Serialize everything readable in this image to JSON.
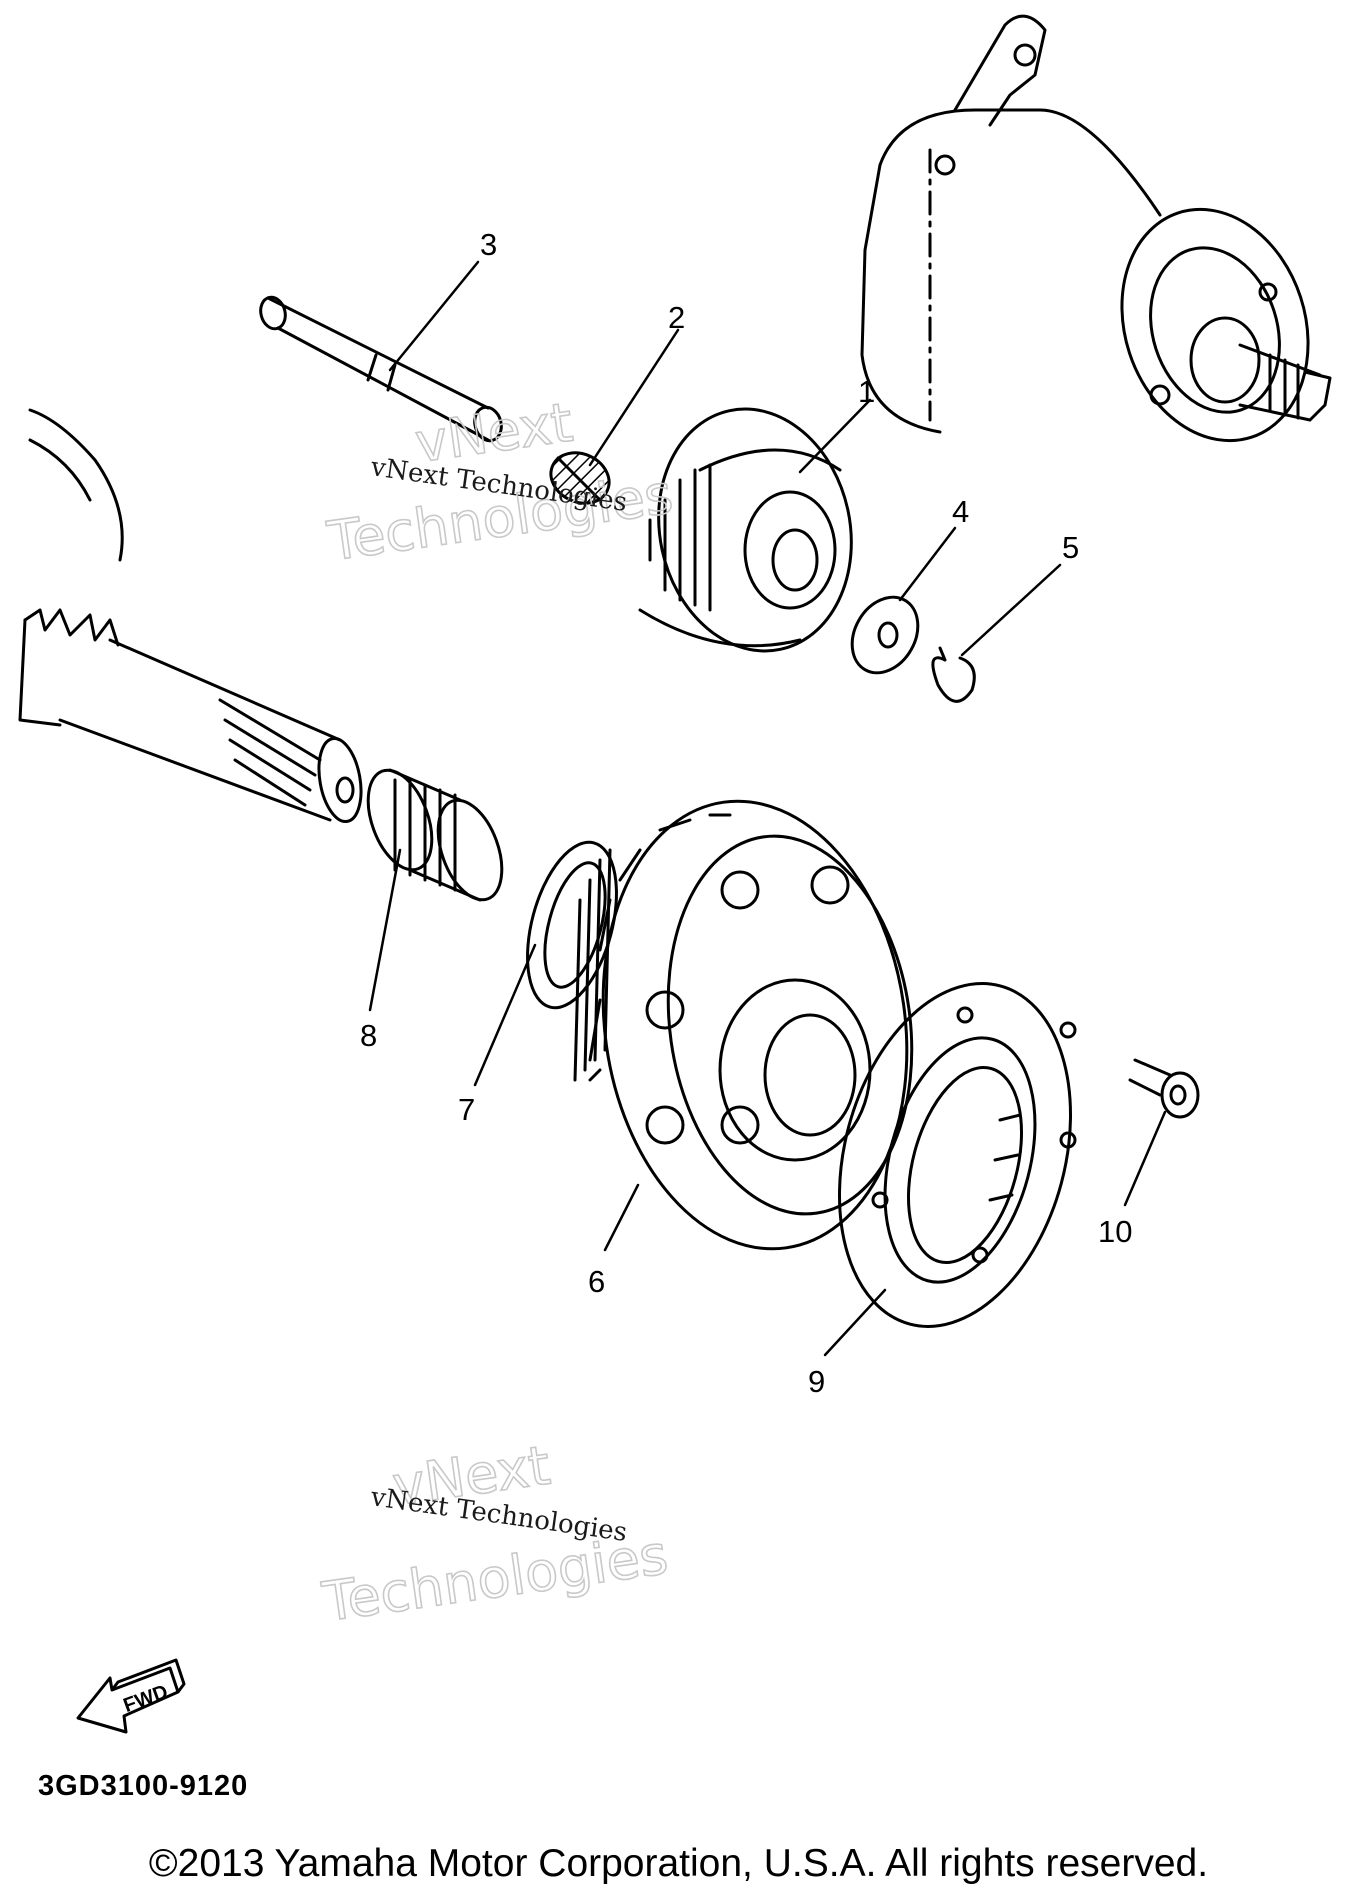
{
  "callouts": [
    "1",
    "2",
    "3",
    "4",
    "5",
    "6",
    "7",
    "8",
    "9",
    "10"
  ],
  "watermark": {
    "line1": "vNext Technologies",
    "line2": "vNext",
    "line3": "Technologies"
  },
  "fwd_label": "FWD",
  "part_code": "3GD3100-9120",
  "copyright": "©2013 Yamaha Motor Corporation, U.S.A. All rights reserved."
}
